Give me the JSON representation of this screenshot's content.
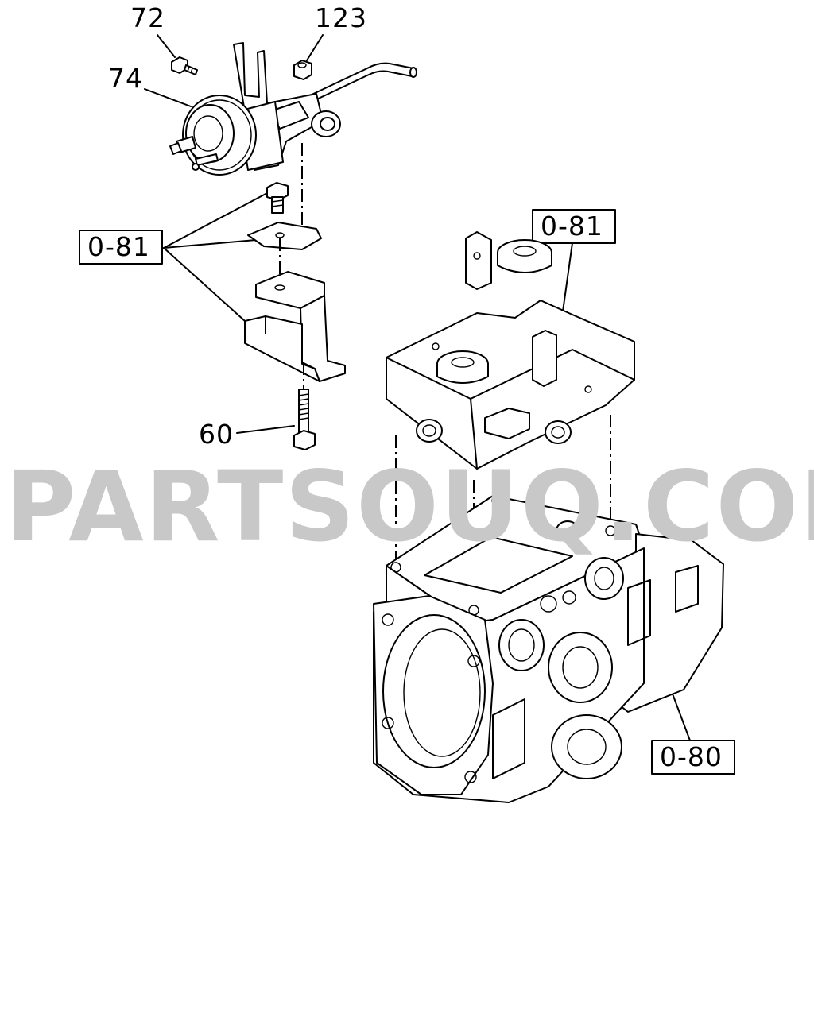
{
  "callouts": {
    "p72": "72",
    "p123": "123",
    "p74": "74",
    "p60": "60"
  },
  "references": {
    "ref_bracket": "0-81",
    "ref_cover": "0-81",
    "ref_body": "0-80"
  },
  "watermark": "PARTSOUQ.COM"
}
